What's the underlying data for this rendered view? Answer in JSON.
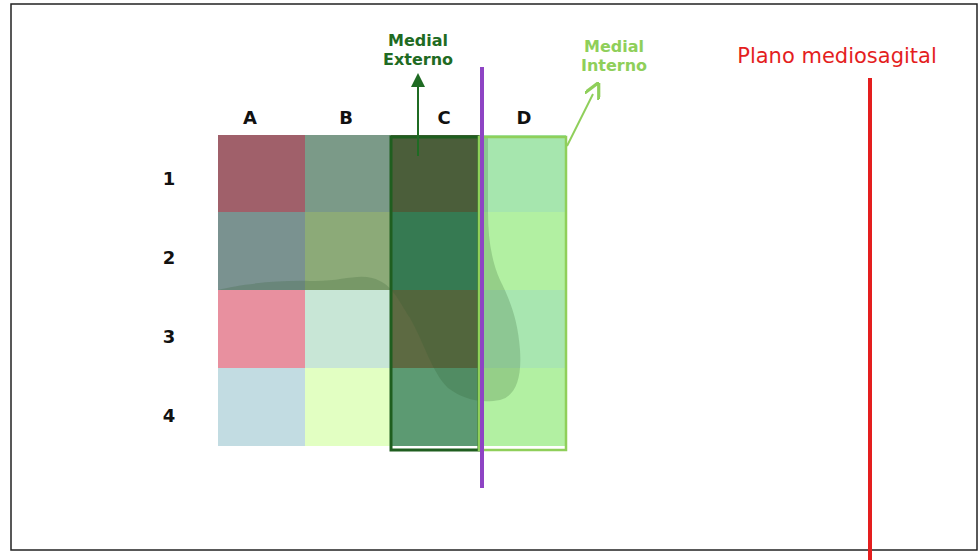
{
  "diagram": {
    "labels": [
      "Medial Externo",
      "Medial Interno",
      "Plano mediosagital",
      "A",
      "B",
      "C",
      "D",
      "1",
      "2",
      "3",
      "4"
    ]
  }
}
